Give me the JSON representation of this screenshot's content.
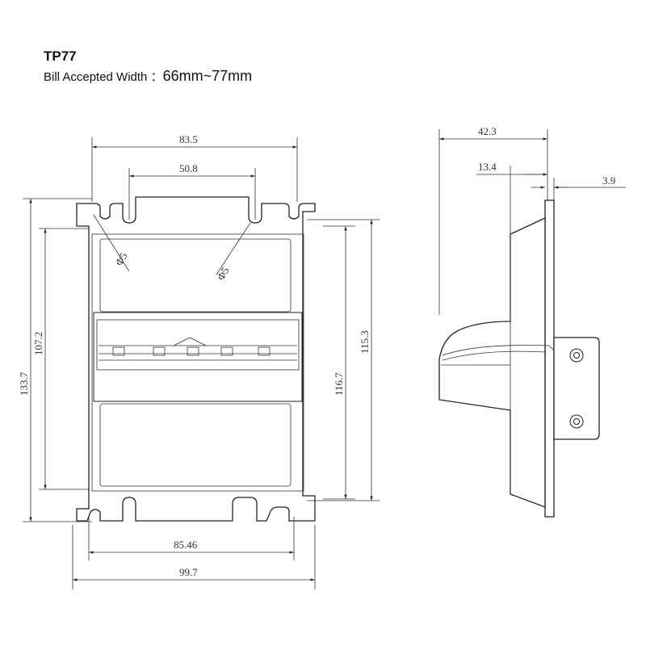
{
  "header": {
    "model": "TP77",
    "width_label": "Bill Accepted Width",
    "width_sep": "：",
    "width_value": "66mm~77mm"
  },
  "dimensions": {
    "top_width": "83.5",
    "slot_spacing": "50.8",
    "hole_dia_left": "Φ5",
    "hole_dia_right": "Φ5",
    "inner_height": "107.2",
    "overall_height": "133.7",
    "right_height_a": "116.7",
    "right_height_b": "115.3",
    "bottom_inner_width": "85.46",
    "overall_width": "99.7",
    "side_depth": "42.3",
    "side_offset": "13.4",
    "plate_thickness": "3.9"
  },
  "colors": {
    "line": "#222222",
    "text": "#333333"
  }
}
